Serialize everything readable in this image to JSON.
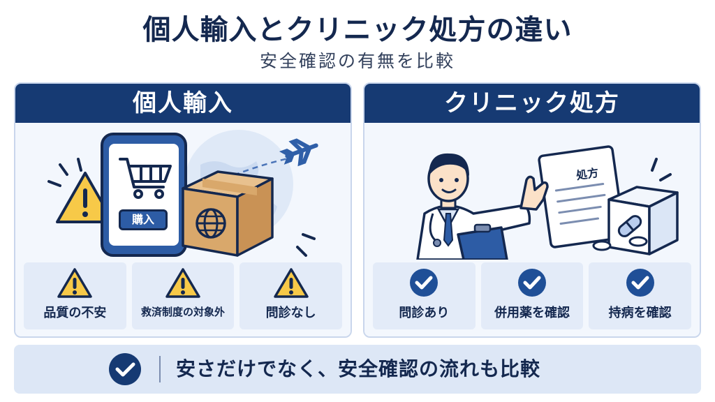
{
  "header": {
    "title": "個人輸入とクリニック処方の違い",
    "subtitle": "安全確認の有無を比較"
  },
  "left_panel": {
    "title": "個人輸入",
    "phone_button": "購入",
    "cards": [
      {
        "icon": "warning-icon",
        "label": "品質の不安"
      },
      {
        "icon": "warning-icon",
        "label": "救済制度の対象外"
      },
      {
        "icon": "warning-icon",
        "label": "問診なし"
      }
    ]
  },
  "right_panel": {
    "title": "クリニック処方",
    "prescription_label": "処方",
    "cards": [
      {
        "icon": "check-circle-icon",
        "label": "問診あり"
      },
      {
        "icon": "check-circle-icon",
        "label": "併用薬を確認"
      },
      {
        "icon": "check-circle-icon",
        "label": "持病を確認"
      }
    ]
  },
  "footer": {
    "icon": "check-circle-icon",
    "message": "安さだけでなく、安全確認の流れも比較"
  },
  "colors": {
    "navy": "#163a73",
    "warning_yellow": "#f7c948",
    "card_bg": "#e3ebf8",
    "panel_bg": "#f3f7fd"
  }
}
